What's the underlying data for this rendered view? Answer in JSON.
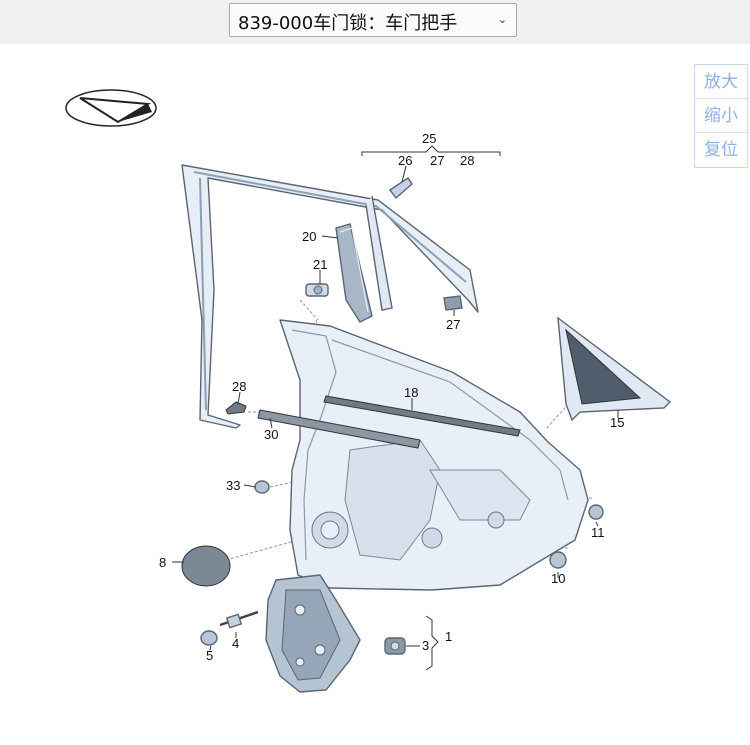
{
  "selector": {
    "label": "839-000车门锁：车门把手",
    "icon": "chevron-down-icon"
  },
  "zoom": {
    "zoom_in": "放大",
    "zoom_out": "缩小",
    "reset": "复位"
  },
  "callouts": {
    "n1": "1",
    "n3": "3",
    "n4": "4",
    "n5": "5",
    "n8": "8",
    "n10": "10",
    "n11": "11",
    "n15": "15",
    "n18": "18",
    "n20": "20",
    "n21": "21",
    "n25": "25",
    "n26": "26",
    "n27a": "27",
    "n27b": "27",
    "n28a": "28",
    "n28b": "28",
    "n30": "30",
    "n33": "33"
  },
  "colors": {
    "part_fill": "#dfe8f3",
    "part_dark": "#9fb3c8",
    "outline": "#5b6572",
    "accent": "#8fb0dc"
  }
}
